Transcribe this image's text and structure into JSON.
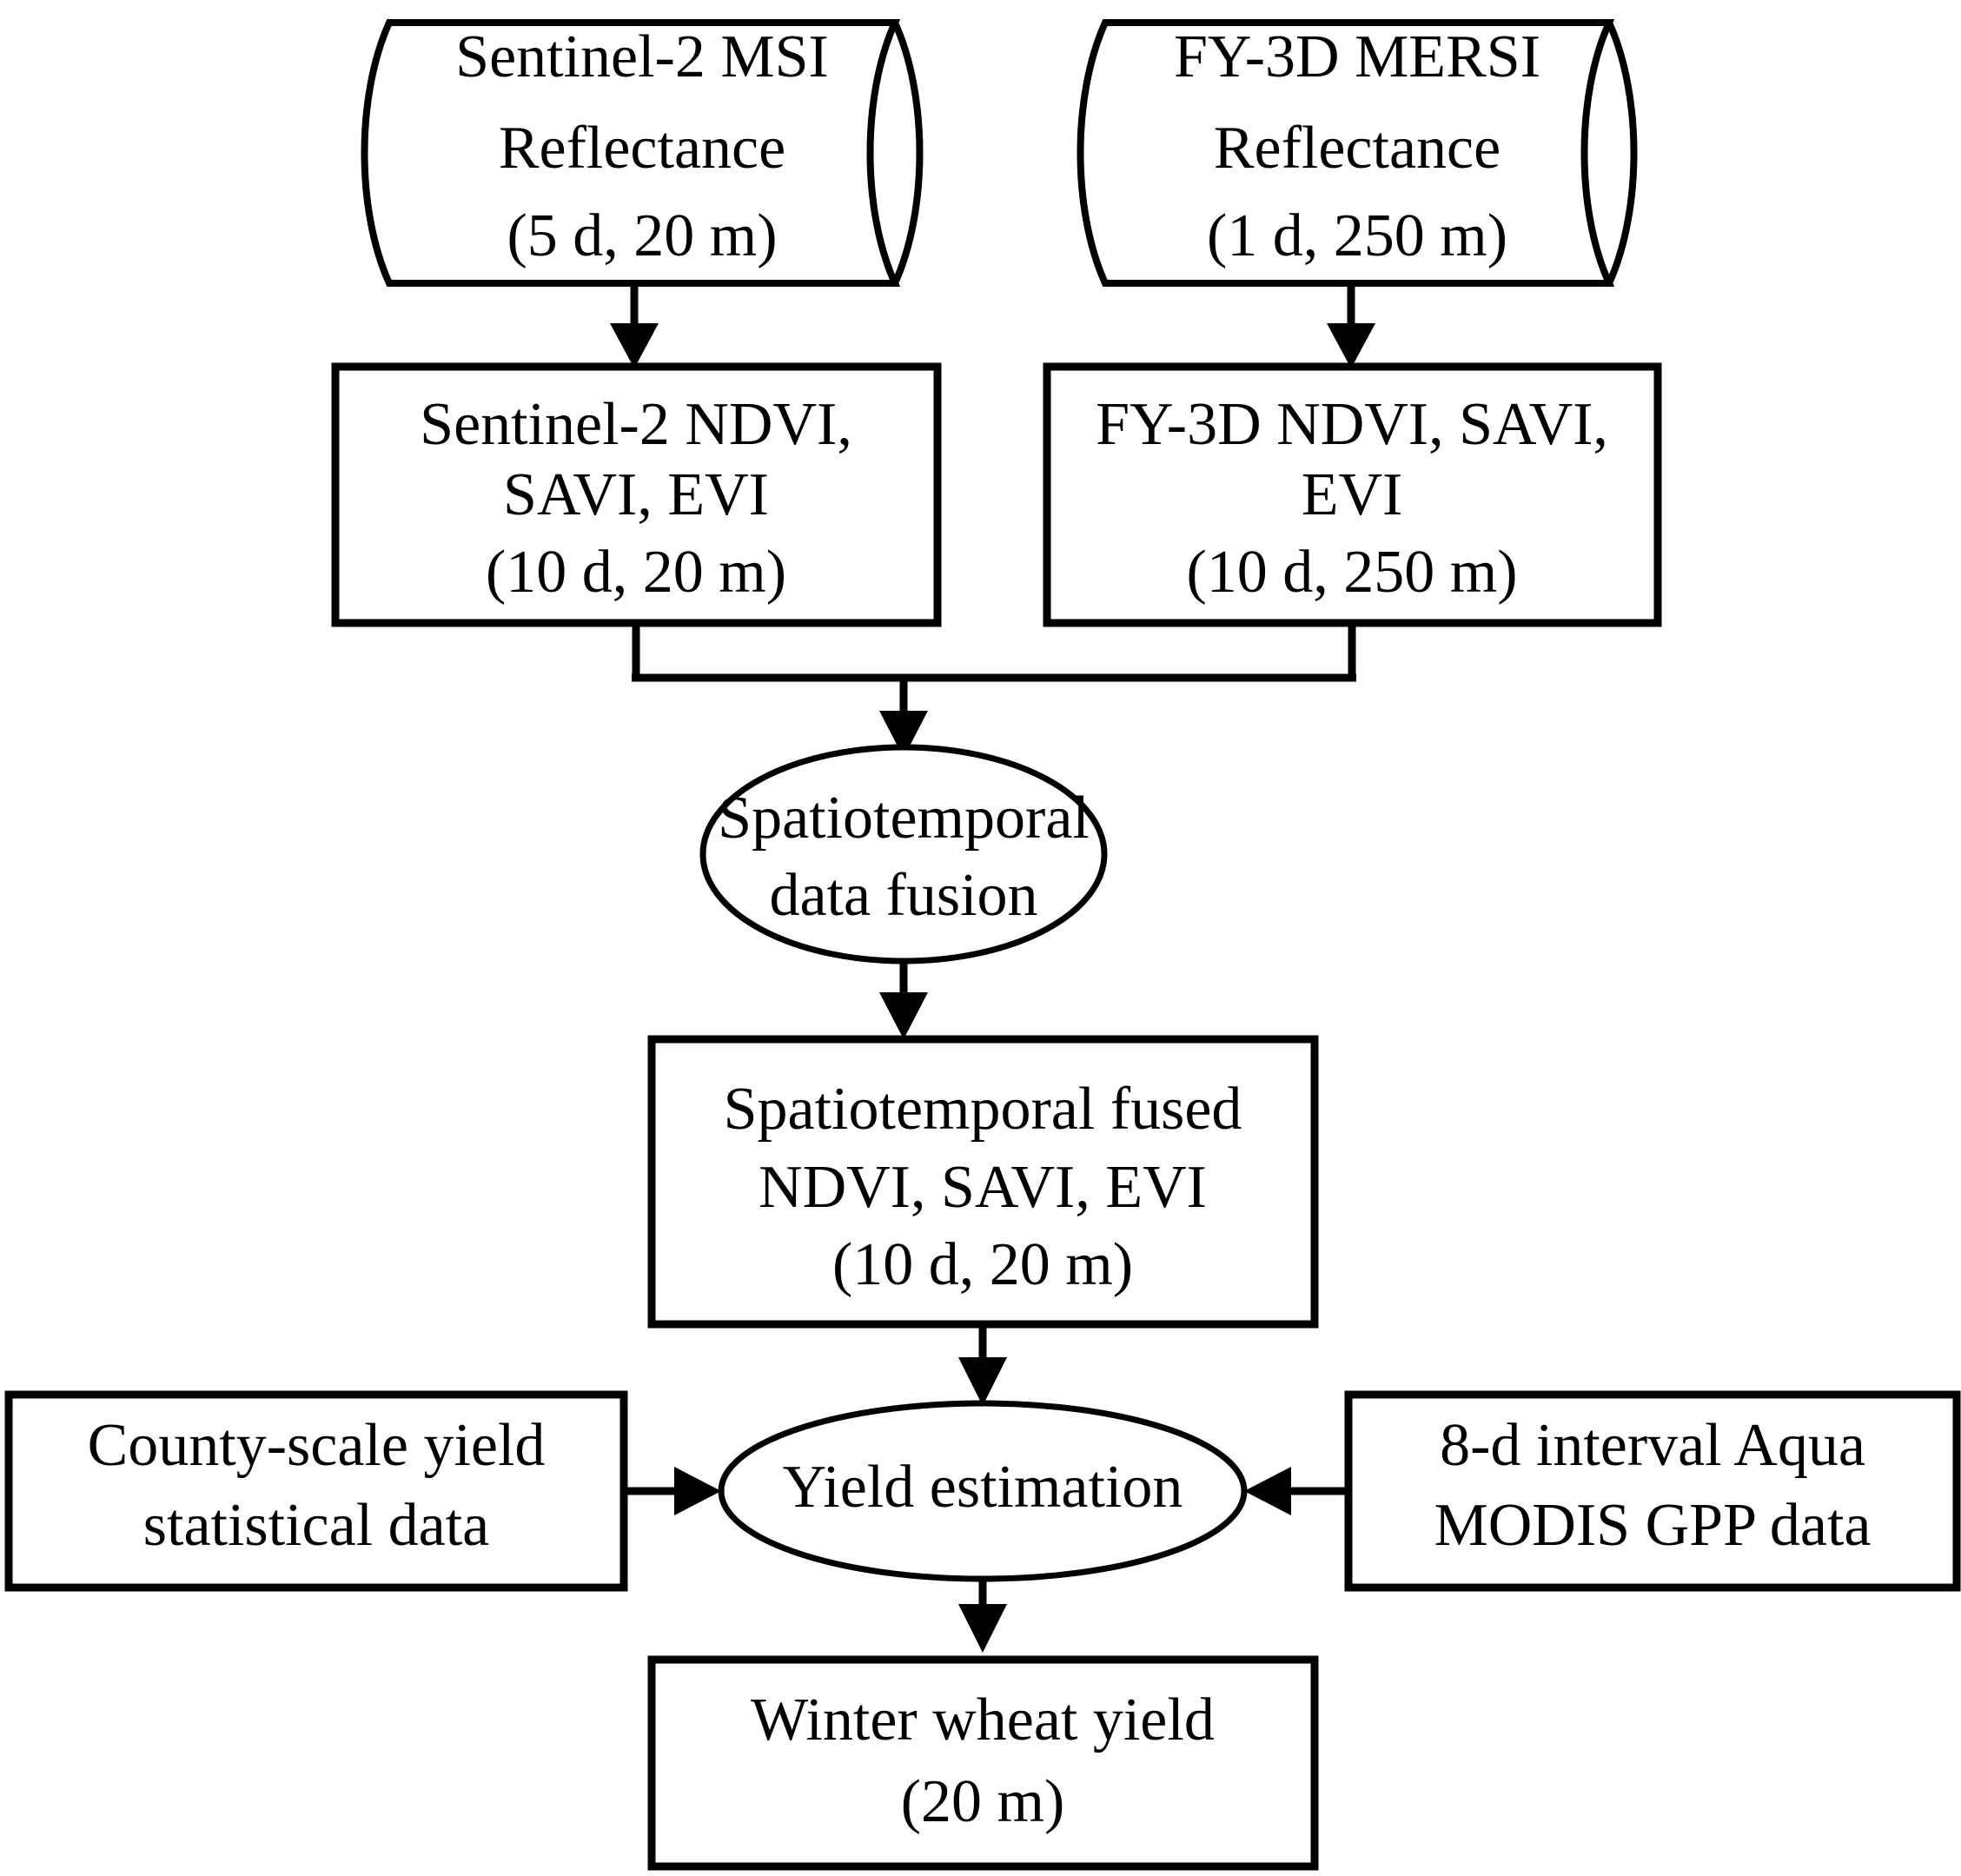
{
  "diagram": {
    "title": "Winter wheat yield estimation workflow",
    "type": "flowchart",
    "background_color": "#ffffff",
    "line_color": "#000000",
    "fill_color": "#ffffff"
  },
  "nodes": {
    "sentinel_source": {
      "shape": "cylinder",
      "lines": [
        "Sentinel-2 MSI",
        "Reflectance",
        "(5 d, 20 m)"
      ]
    },
    "fy3d_source": {
      "shape": "cylinder",
      "lines": [
        "FY-3D MERSI",
        "Reflectance",
        "(1 d, 250 m)"
      ]
    },
    "sentinel_indices": {
      "shape": "rectangle",
      "lines": [
        "Sentinel-2 NDVI,",
        "SAVI, EVI",
        "(10 d, 20 m)"
      ]
    },
    "fy3d_indices": {
      "shape": "rectangle",
      "lines": [
        "FY-3D NDVI, SAVI,",
        "EVI",
        "(10 d, 250 m)"
      ]
    },
    "fusion_process": {
      "shape": "ellipse",
      "lines": [
        "Spatiotemporal",
        "data fusion"
      ]
    },
    "fused_indices": {
      "shape": "rectangle",
      "lines": [
        "Spatiotemporal fused",
        "NDVI, SAVI, EVI",
        "(10 d, 20 m)"
      ]
    },
    "county_yield": {
      "shape": "rectangle",
      "lines": [
        "County-scale yield",
        "statistical data"
      ]
    },
    "modis_gpp": {
      "shape": "rectangle",
      "lines": [
        "8-d interval Aqua",
        "MODIS GPP data"
      ]
    },
    "yield_estimation": {
      "shape": "ellipse",
      "lines": [
        "Yield estimation"
      ]
    },
    "winter_wheat_yield": {
      "shape": "rectangle",
      "lines": [
        "Winter wheat yield",
        "(20 m)"
      ]
    }
  },
  "edges": [
    {
      "id": "e1",
      "from": "sentinel_source",
      "to": "sentinel_indices",
      "direction": "down",
      "arrow": true
    },
    {
      "id": "e2",
      "from": "fy3d_source",
      "to": "fy3d_indices",
      "direction": "down",
      "arrow": true
    },
    {
      "id": "e3",
      "from": "sentinel_indices",
      "to": "fusion_process",
      "direction": "down-merge",
      "arrow": true
    },
    {
      "id": "e4",
      "from": "fy3d_indices",
      "to": "fusion_process",
      "direction": "down-merge",
      "arrow": true
    },
    {
      "id": "e5",
      "from": "fusion_process",
      "to": "fused_indices",
      "direction": "down",
      "arrow": true
    },
    {
      "id": "e6",
      "from": "fused_indices",
      "to": "yield_estimation",
      "direction": "down",
      "arrow": true
    },
    {
      "id": "e7",
      "from": "county_yield",
      "to": "yield_estimation",
      "direction": "right",
      "arrow": true
    },
    {
      "id": "e8",
      "from": "modis_gpp",
      "to": "yield_estimation",
      "direction": "left",
      "arrow": true
    },
    {
      "id": "e9",
      "from": "yield_estimation",
      "to": "winter_wheat_yield",
      "direction": "down",
      "arrow": true
    }
  ]
}
